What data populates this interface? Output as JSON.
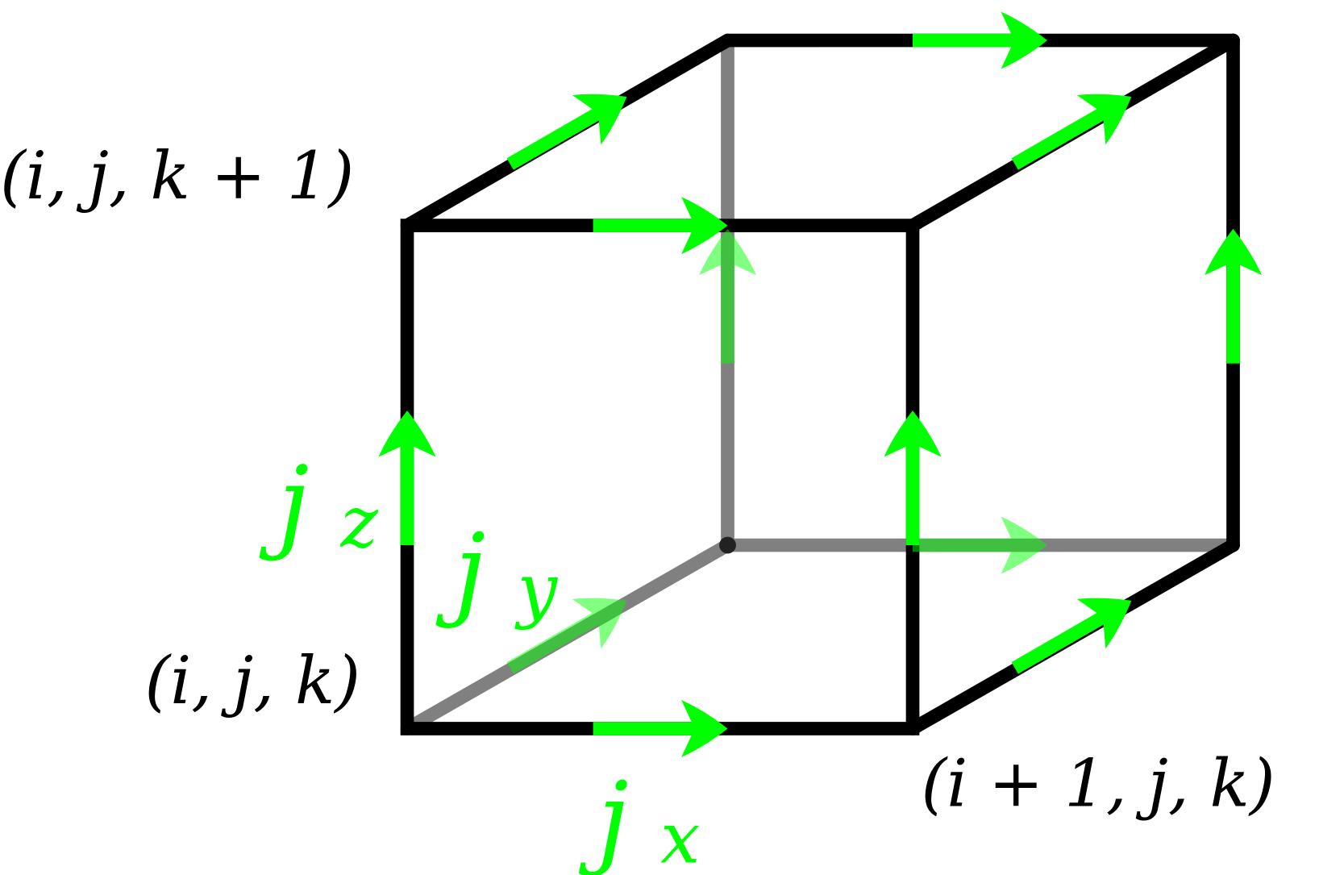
{
  "colors": {
    "edge": "#000000",
    "hidden_edge": "#808080",
    "current": "#00ff00"
  },
  "labels": {
    "top_left_vertex": "(i, j, k + 1)",
    "origin_vertex": "(i, j, k)",
    "bottom_right_vertex": "(i + 1, j, k)",
    "jz_main": "j",
    "jz_sub": "z",
    "jy_main": "j",
    "jy_sub": "y",
    "jx_main": "j",
    "jx_sub": "x"
  }
}
